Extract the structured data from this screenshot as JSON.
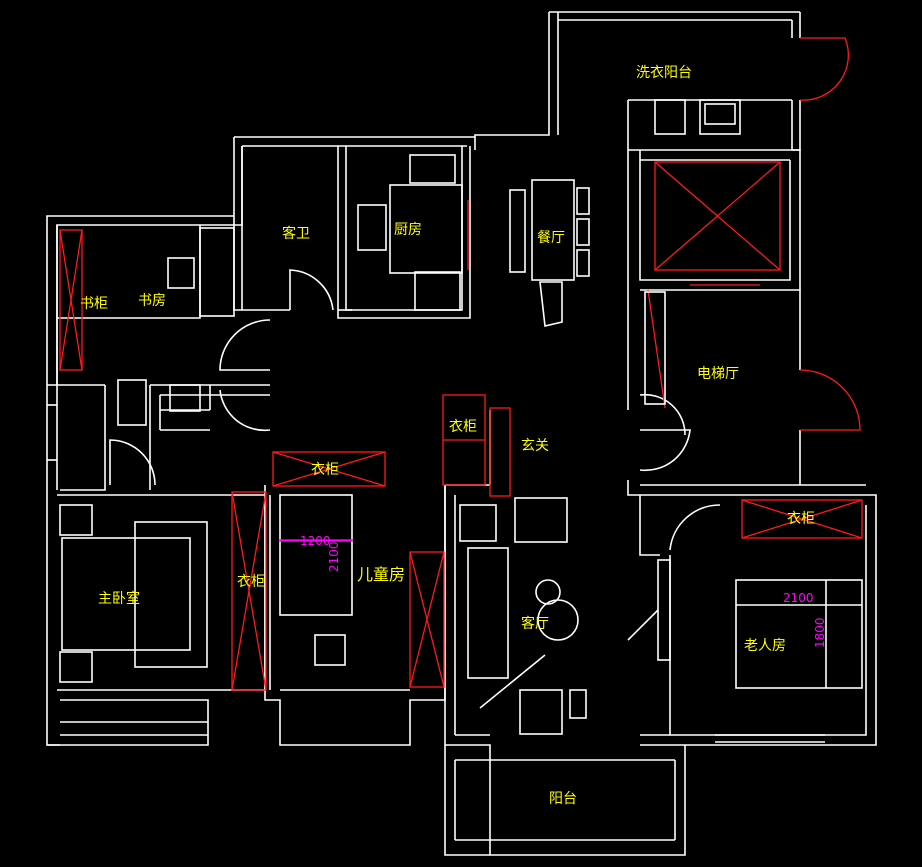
{
  "rooms": {
    "laundry_balcony": "洗衣阳台",
    "guest_bath": "客卫",
    "kitchen": "厨房",
    "dining": "餐厅",
    "bookcase": "书柜",
    "study": "书房",
    "elevator_hall": "电梯厅",
    "wardrobe_hall": "衣柜",
    "entrance": "玄关",
    "wardrobe_entry": "衣柜",
    "wardrobe_elder": "衣柜",
    "wardrobe_master": "衣柜",
    "master_bedroom": "主卧室",
    "kids_room": "儿童房",
    "living_room": "客厅",
    "elder_room": "老人房",
    "balcony": "阳台"
  },
  "dimensions": {
    "kids_desk_width": "1200",
    "kids_desk_length": "2100",
    "elder_bed_width": "2100",
    "elder_bed_length": "1800"
  },
  "colors": {
    "background": "#000000",
    "wall": "#ffffff",
    "furniture": "#ff1a1a",
    "label": "#ffff00",
    "dimension": "#ff00ff"
  }
}
